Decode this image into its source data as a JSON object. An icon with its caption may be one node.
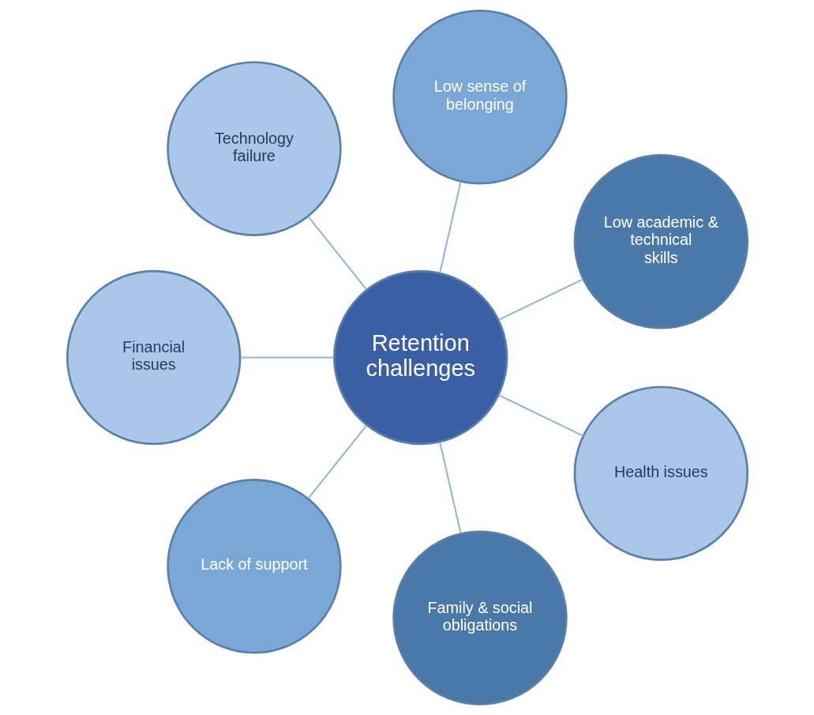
{
  "diagram": {
    "nodes": [
      {
        "text": [
          "Retention challenges"
        ]
      },
      {
        "text": [
          "Low academic & technical skills"
        ]
      },
      {
        "text": [
          "Low sense of belonging"
        ]
      },
      {
        "text": [
          "Technology failure"
        ]
      },
      {
        "text": [
          "Financial issues"
        ]
      },
      {
        "text": [
          "Lack of support"
        ]
      },
      {
        "text": [
          "Family & social obligations"
        ]
      },
      {
        "text": [
          "Health issues"
        ]
      }
    ],
    "edges": [
      {
        "from": 0,
        "to": 1,
        "arrow": "none"
      },
      {
        "from": 0,
        "to": 3,
        "arrow": "none"
      },
      {
        "from": 0,
        "to": 5,
        "arrow": "none"
      },
      {
        "from": 0,
        "to": 7,
        "arrow": "none"
      },
      {
        "from": 0,
        "to": 6,
        "arrow": "none"
      },
      {
        "from": 0,
        "to": 4,
        "arrow": "none"
      },
      {
        "from": 0,
        "to": 2,
        "arrow": "none"
      }
    ]
  }
}
